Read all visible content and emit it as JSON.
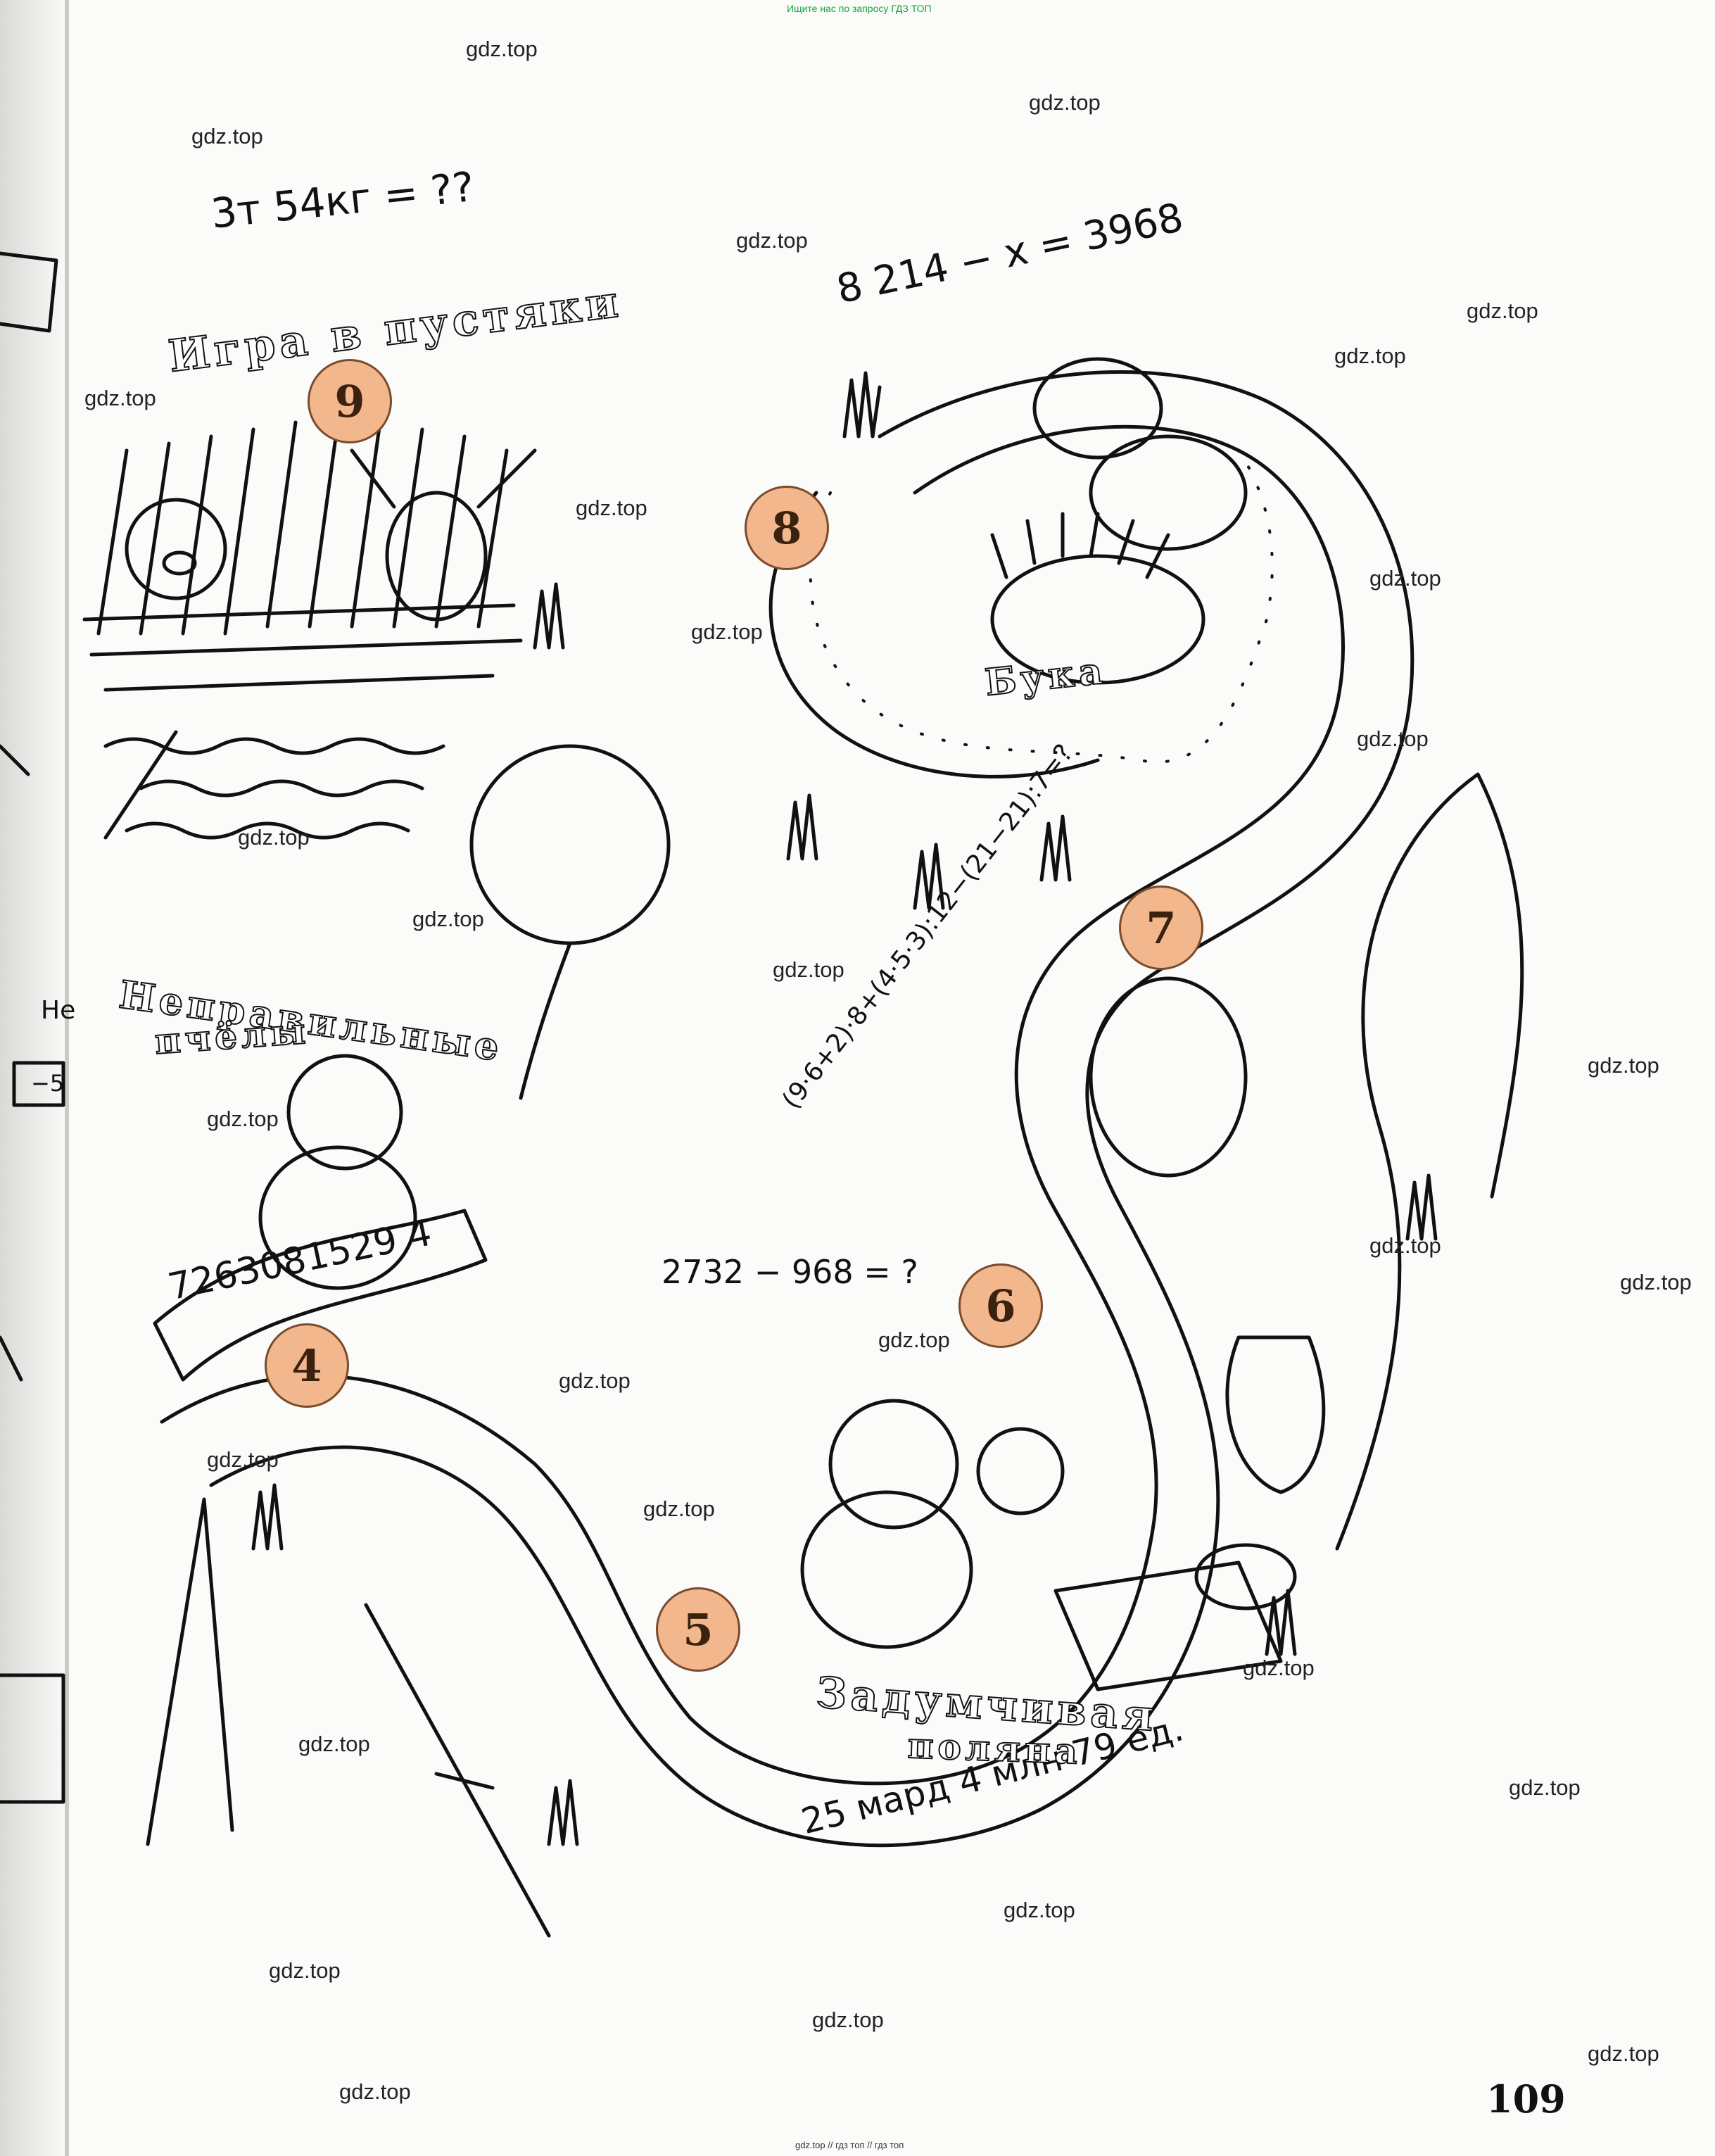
{
  "top_note": "Ищите нас по запросу ГДЗ ТОП",
  "bottom_note": "gdz.top // гдз топ // гдз топ",
  "page_number": "109",
  "watermark": "gdz.top",
  "stations": {
    "s9": {
      "number": "9",
      "title": "Игра в пустяки"
    },
    "s8": {
      "number": "8",
      "title": "Бука"
    },
    "s7": {
      "number": "7"
    },
    "s6": {
      "number": "6"
    },
    "s5": {
      "number": "5",
      "title_line1": "Задумчивая",
      "title_line2": "поляна"
    },
    "s4": {
      "number": "4"
    },
    "bees": {
      "title_line1": "Неправильные",
      "title_line2": "пчёлы"
    }
  },
  "handwritten": {
    "weight_question": "3т 54кг = ??",
    "equation_8": "8 214 − x = 3968",
    "expression_7": "(9·6+2)·8+(4·5·3):12−(21−21):7=?",
    "number_4": "7263081529 4",
    "subtraction_6": "2732 − 968 = ?",
    "number_5": "25 мард 4 млн 79 ед."
  },
  "left_edge_fragments": {
    "sign_text": "Не",
    "box_text": "−5"
  },
  "colors": {
    "badge_fill": "#f2b78d",
    "badge_border": "#7a4b2c",
    "top_note": "#13a538",
    "ink": "#111111"
  }
}
